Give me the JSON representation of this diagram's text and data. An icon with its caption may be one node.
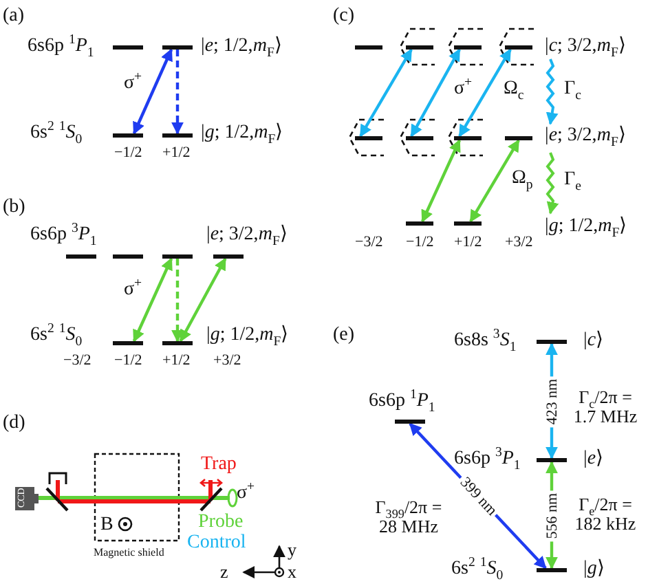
{
  "diagram": {
    "nodes": [
      {
        "text": [],
        "shape": "bar"
      },
      {
        "text": [],
        "shape": "bar"
      },
      {
        "text": [],
        "shape": "bar"
      },
      {
        "text": [],
        "shape": "bar"
      },
      {
        "text": [],
        "shape": "bar"
      },
      {
        "text": [],
        "shape": "bar"
      },
      {
        "text": [],
        "shape": "bar"
      },
      {
        "text": [],
        "shape": "bar"
      },
      {
        "text": [],
        "shape": "bar"
      },
      {
        "text": [],
        "shape": "bar"
      },
      {
        "text": [],
        "shape": "bar"
      },
      {
        "text": [],
        "shape": "bar"
      },
      {
        "text": [],
        "shape": "bar"
      },
      {
        "text": [],
        "shape": "bar"
      },
      {
        "text": [],
        "shape": "bar"
      },
      {
        "text": [],
        "shape": "bar"
      },
      {
        "text": [],
        "shape": "bar"
      },
      {
        "text": [],
        "shape": "bar"
      },
      {
        "text": [],
        "shape": "bar"
      },
      {
        "text": [],
        "shape": "bar"
      },
      {
        "text": [],
        "shape": "bar"
      },
      {
        "text": [],
        "shape": "bar"
      },
      {
        "text": [],
        "shape": "bar"
      },
      {
        "text": [],
        "shape": "bar"
      }
    ],
    "edges": [
      {
        "from": 2,
        "to": 1,
        "arrow": "both",
        "color": "#1f3cf0"
      },
      {
        "from": 1,
        "to": 3,
        "arrow": "to",
        "style": "dashed",
        "color": "#1f3cf0"
      },
      {
        "from": 8,
        "to": 6,
        "arrow": "both"
      },
      {
        "from": 6,
        "to": 9,
        "arrow": "to",
        "style": "dashed"
      },
      {
        "from": 9,
        "to": 7,
        "arrow": "both"
      },
      {
        "from": 14,
        "to": 11,
        "arrow": "both",
        "color": "#1ab4f0"
      },
      {
        "from": 15,
        "to": 12,
        "arrow": "both",
        "color": "#1ab4f0"
      },
      {
        "from": 16,
        "to": 13,
        "arrow": "both",
        "color": "#1ab4f0"
      },
      {
        "from": 18,
        "to": 16,
        "arrow": "both"
      },
      {
        "from": 19,
        "to": 17,
        "arrow": "both"
      },
      {
        "from": 21,
        "to": 23,
        "arrow": "both",
        "label": "399 nm",
        "color": "#1f3cf0"
      },
      {
        "from": 20,
        "to": 22,
        "arrow": "both",
        "label": "423 nm",
        "color": "#1ab4f0"
      },
      {
        "from": 22,
        "to": 23,
        "arrow": "both",
        "label": "556 nm"
      }
    ],
    "labels": [
      "(a)",
      "6s6p $^{1}$*P*$_{1}$",
      "|*e*; 1/2,*m*$_{F}$⟩",
      "σ$^{+}$",
      "6s$^{2}$ $^{1}$*S*$_{0}$",
      "|*g*; 1/2,*m*$_{F}$⟩",
      "−1/2",
      "+1/2",
      "(b)",
      "6s6p $^{3}$*P*$_{1}$",
      "|*e*; 3/2,*m*$_{F}$⟩",
      "σ$^{+}$",
      "6s$^{2}$ $^{1}$*S*$_{0}$",
      "|*g*; 1/2,*m*$_{F}$⟩",
      "−3/2",
      "−1/2",
      "+1/2",
      "+3/2",
      "(c)",
      "|*c*; 3/2,*m*$_{F}$⟩",
      "σ$^{+}$",
      "Ω$_{c}$",
      "Γ$_{c}$",
      "|*e*; 3/2,*m*$_{F}$⟩",
      "Ω$_{p}$",
      "Γ$_{e}$",
      "|*g*; 1/2,*m*$_{F}$⟩",
      "−3/2",
      "−1/2",
      "+1/2",
      "+3/2",
      "(d)",
      "Trap",
      "CCD",
      "σ$^{+}$",
      "B",
      "Probe",
      "Control",
      "Magnetic shield",
      "y",
      "z",
      "x",
      "(e)",
      "6s8s $^{3}$*S*$_{1}$",
      "|*c*⟩",
      "6s6p $^{1}$*P*$_{1}$",
      "Γ$_{c}$/2π = 1.7 MHz",
      "6s6p $^{3}$*P*$_{1}$",
      "|*e*⟩",
      "Γ$_{399}$/2π = 28 MHz",
      "Γ$_{e}$/2π = 182 kHz",
      "6s$^{2}$ $^{1}$*S*$_{0}$",
      "|*g*⟩"
    ]
  }
}
